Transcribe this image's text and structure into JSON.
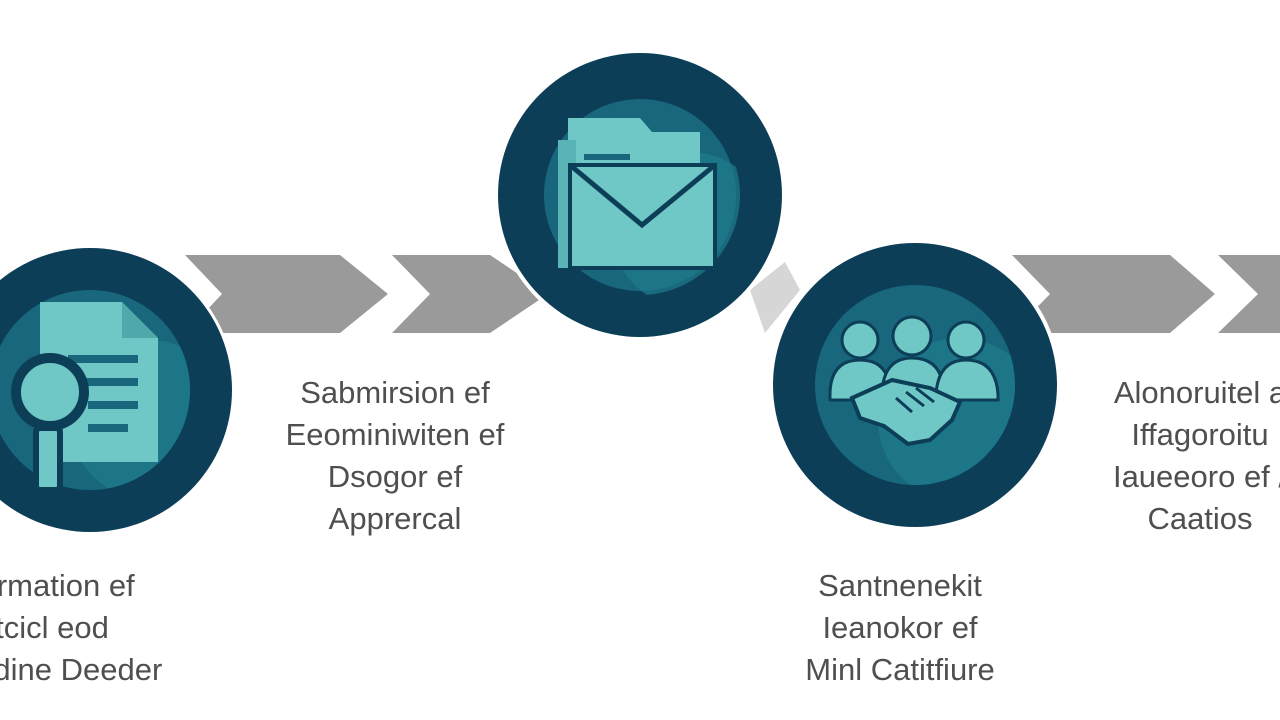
{
  "colors": {
    "circle_dark": "#0d3e58",
    "circle_mid": "#18677c",
    "icon_teal": "#6fc7c6",
    "arrow_grey": "#9a9a9a",
    "text_grey": "#4f4f4f"
  },
  "steps": [
    {
      "icon": "document-magnifier-icon",
      "label": "mpllrmation ef\nrobrtcicl eod\nrtendine Deeder"
    },
    {
      "icon": null,
      "label": "Sabmirsion ef\nEeominiwiten ef\nDsogor ef\nApprercal"
    },
    {
      "icon": "folder-envelope-icon",
      "label": null
    },
    {
      "icon": "people-handshake-icon",
      "label": "Santnenekit\nIeanokor ef\nMinl Catitfiure"
    },
    {
      "icon": null,
      "label": "Alonoruitel a\nIffagoroitu\nIaueeoro ef /\nCaatios"
    }
  ]
}
